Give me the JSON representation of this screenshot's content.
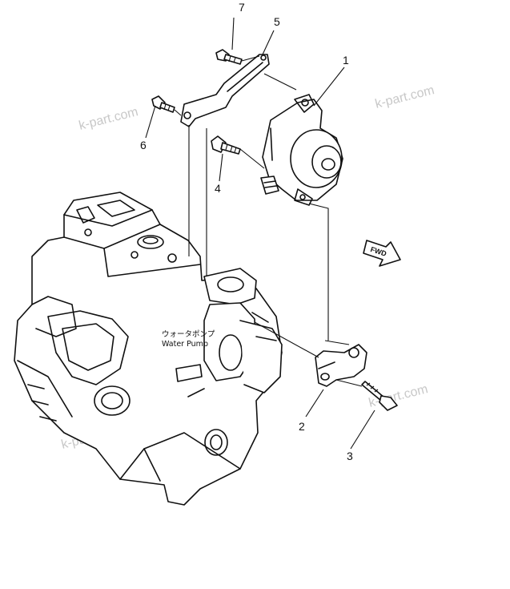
{
  "callouts": {
    "c1": "1",
    "c2": "2",
    "c3": "3",
    "c4": "4",
    "c5": "5",
    "c6": "6",
    "c7": "7"
  },
  "labels": {
    "water_pump_jp": "ウォータポンプ",
    "water_pump_en": "Water Pump",
    "fwd": "FWD"
  },
  "watermarks": {
    "text": "k-part.com"
  }
}
